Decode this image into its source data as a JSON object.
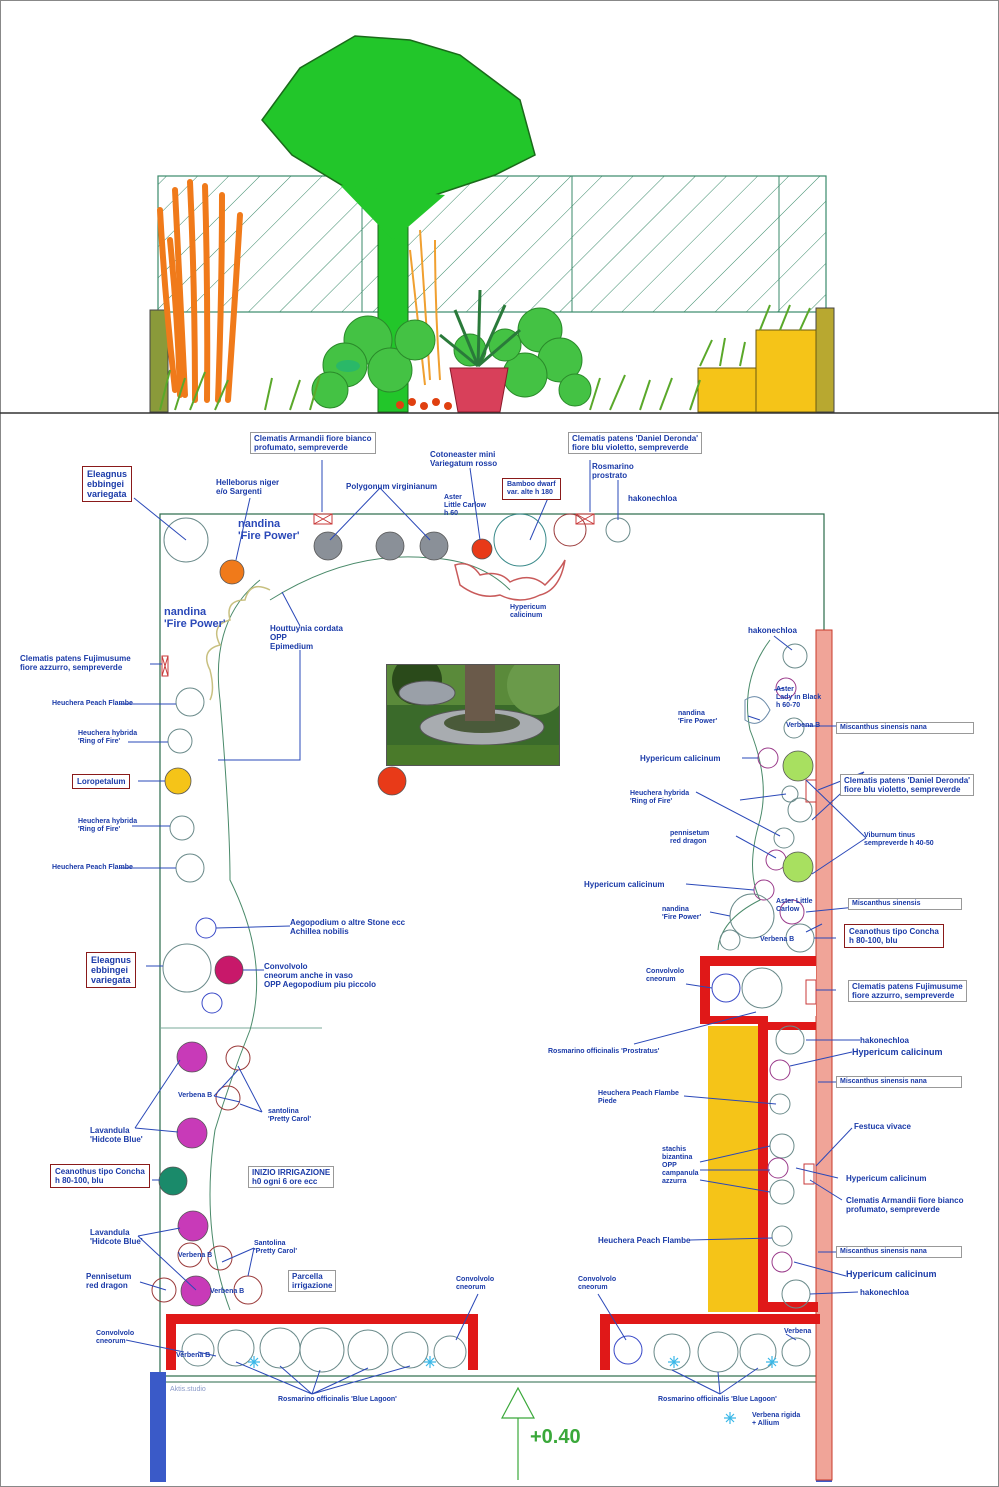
{
  "labels": {
    "elaeagnus_top": "Eleagnus\nebbingei\nvariegata",
    "helleborus": "Helleborus niger\ne/o Sargenti",
    "nandina_top": "nandina\n'Fire Power'",
    "clematis_armandii_top": "Clematis Armandii fiore bianco\nprofumato, sempreverde",
    "polygonum": "Polygonum virginianum",
    "cotoneaster": "Cotoneaster mini\nVariegatum rosso",
    "aster_little": "Aster\nLittle Carlow\nh 60",
    "bamboo_top": "Bamboo dwarf\nvar. alte h 180",
    "clematis_daniel_top": "Clematis patens 'Daniel Deronda'\nfiore blu violetto, sempreverde",
    "rosmarino_prostrato": "Rosmarino\nprostrato",
    "hakonechloa_top": "hakonechloa",
    "hypericum_calicinum_top": "Hypericum\ncalicinum",
    "nandina_mid": "nandina\n'Fire Power'",
    "houttuynia": "Houttuynia cordata\nOPP\nEpimedium",
    "clematis_fujimusume_left": "Clematis patens Fujimusume\nfiore azzurro, sempreverde",
    "heuchera_peach_1": "Heuchera Peach Flambe",
    "heuchera_ring_1": "Heuchera hybrida\n'Ring of Fire'",
    "loropetalum": "Loropetalum",
    "heuchera_ring_2": "Heuchera hybrida\n'Ring of Fire'",
    "heuchera_peach_2": "Heuchera Peach Flambe",
    "aegopodium": "Aegopodium o altre Stone ecc\nAchillea nobilis",
    "elaeagnus_mid": "Eleagnus\nebbingei\nvariegata",
    "convolvulus": "Convolvolo\ncneorum anche in vaso\nOPP Aegopodium piu piccolo",
    "lavandula_1": "Lavandula\n'Hidcote Blue'",
    "verbena_1": "Verbena B",
    "santolina_1": "santolina\n'Pretty Carol'",
    "ceanothus": "Ceanothus tipo Concha\nh 80-100, blu",
    "irrigation": "INIZIO IRRIGAZIONE\nh0 ogni 6 ore ecc",
    "lavandula_2": "Lavandula\n'Hidcote Blue'",
    "verbena_2": "Verbena B",
    "santolina_2": "Santolina\n'Pretty Carol'",
    "pennisetum_left": "Pennisetum\nred dragon",
    "verbena_3": "Verbena B",
    "parcella": "Parcella\nirrigazione",
    "convolvolo_1": "Convolvolo\ncneorum",
    "convolvolo_2": "Convolvolo\ncneorum",
    "convolvolo_3": "Convolvolo\ncneorum",
    "verbena_4": "Verbena B",
    "rosmarino_blue_left": "Rosmarino officinalis 'Blue Lagoon'",
    "rosmarino_blue_right": "Rosmarino officinalis 'Blue Lagoon'",
    "verbena_rigida": "Verbena rigida\n+ Allium",
    "verbena_r": "Verbena",
    "hakonechloa_r1": "hakonechloa",
    "aster_r": "Aster\nLady in Black\nh 60-70",
    "nandina_r": "nandina\n'Fire Power'",
    "verbena_r1": "Verbena B",
    "miscanthus_r1": "Miscanthus sinensis nana",
    "hypericum_r1": "Hypericum calicinum",
    "clematis_daniel_r": "Clematis patens 'Daniel Deronda'\nfiore blu violetto, sempreverde",
    "heuchera_ring_r": "Heuchera hybrida\n'Ring of Fire'",
    "pennisetum_r": "pennisetum\nred dragon",
    "viburnum": "Viburnum tinus\nsempreverde h 40-50",
    "hypericum_r2": "Hypericum calicinum",
    "aster_r2": "Aster Little\nCarlow",
    "miscanthus_r2": "Miscanthus sinensis",
    "nandina_r2": "nandina\n'Fire Power'",
    "verbena_r2": "Verbena B",
    "ceanothus_r": "Ceanothus tipo Concha\nh 80-100, blu",
    "convolvolo_r": "Convolvolo\ncneorum",
    "clematis_fujimusume_r": "Clematis patens Fujimusume\nfiore azzurro, sempreverde",
    "rosmarino_prostrato_r": "Rosmarino officinalis 'Prostratus'",
    "hakonechloa_r2": "hakonechloa",
    "hypericum_r3": "Hypericum calicinum",
    "heuchera_peach_r": "Heuchera Peach Flambe\nPiede",
    "miscanthus_r3": "Miscanthus sinensis nana",
    "festuca": "Festuca vivace",
    "stachys": "stachis\nbizantina\nOPP\ncampanula\nazzurra",
    "hypericum_r4": "Hypericum calicinum",
    "clematis_armandii_r": "Clematis Armandii fiore bianco\nprofumato, sempreverde",
    "heuchera_peach_r2": "Heuchera Peach Flambe",
    "miscanthus_r4": "Miscanthus sinensis nana",
    "hypericum_r5": "Hypericum calicinum",
    "hakonechloa_r3": "hakonechloa",
    "elevation": "+0.40",
    "stamp": "Aktis.studio"
  },
  "colors": {
    "tree_green": "#22c62a",
    "shrub_green": "#44c244",
    "orange_grass": "#f07a1a",
    "wall_red": "#e01818",
    "bed_yellow": "#f5c418",
    "fence_pink": "#e89a90",
    "line_blue": "#2a48b8",
    "plan_border": "#2a6a4a",
    "magenta": "#c83ab8",
    "orange_dot": "#f07a1a",
    "grey_dot": "#8a9098",
    "red_dot": "#e83a18",
    "yellow_dot": "#f5c418",
    "lime_dot": "#a8e060",
    "teal_dot": "#1a8a6a"
  },
  "icons": [
    "tree-icon",
    "shrub-icon",
    "grass-icon",
    "pot-icon",
    "elevation-arrow-icon",
    "photo-tree-seat"
  ]
}
